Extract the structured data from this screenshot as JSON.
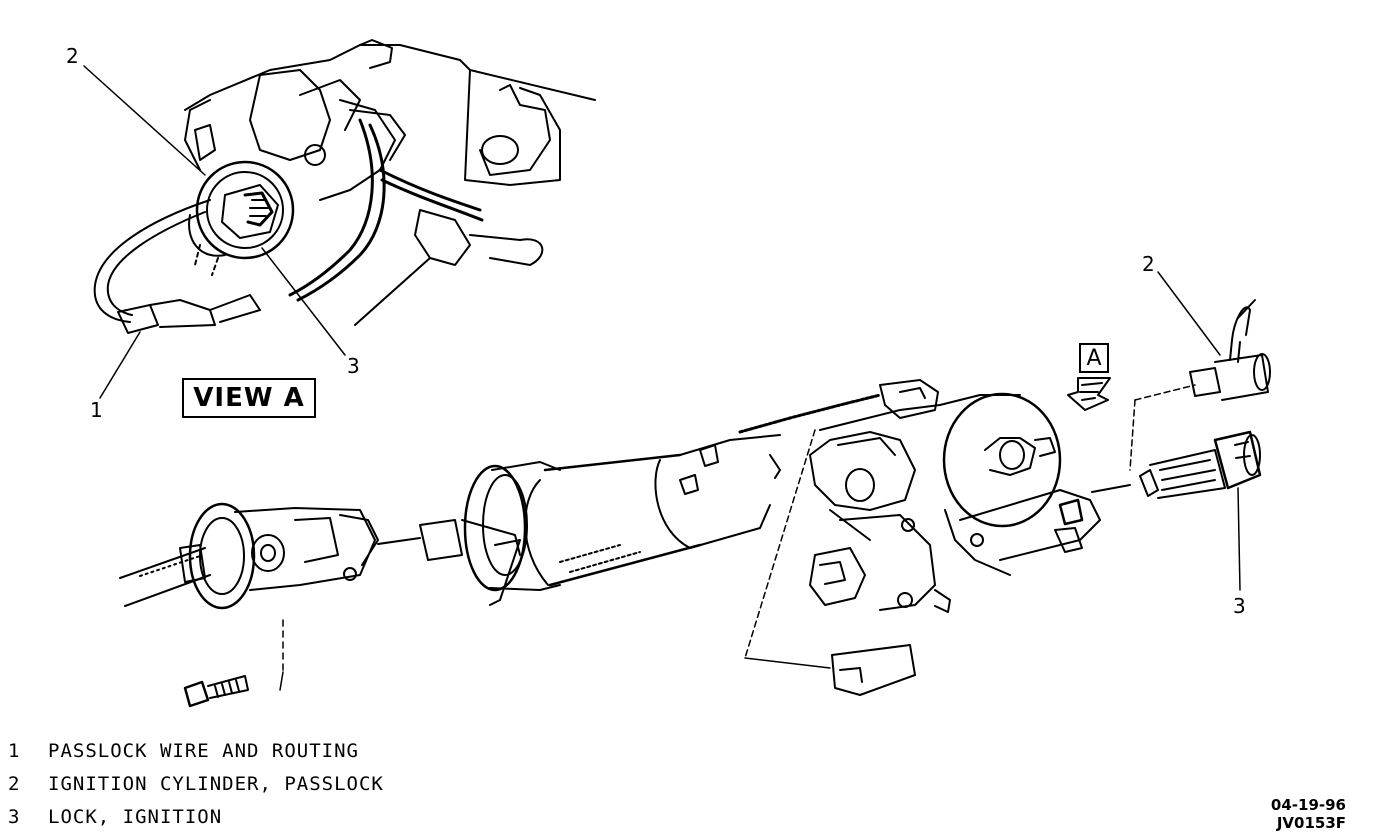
{
  "view_label": "VIEW A",
  "arrow_label": "A",
  "callouts": {
    "view_wire": "1",
    "view_cylinder": "2",
    "view_lock": "3",
    "main_cylinder": "2",
    "main_lock": "3"
  },
  "legend": [
    {
      "num": "1",
      "text": "PASSLOCK WIRE AND ROUTING"
    },
    {
      "num": "2",
      "text": "IGNITION CYLINDER, PASSLOCK"
    },
    {
      "num": "3",
      "text": "LOCK, IGNITION"
    }
  ],
  "stamp": {
    "date": "04-19-96",
    "code": "JV0153F"
  }
}
